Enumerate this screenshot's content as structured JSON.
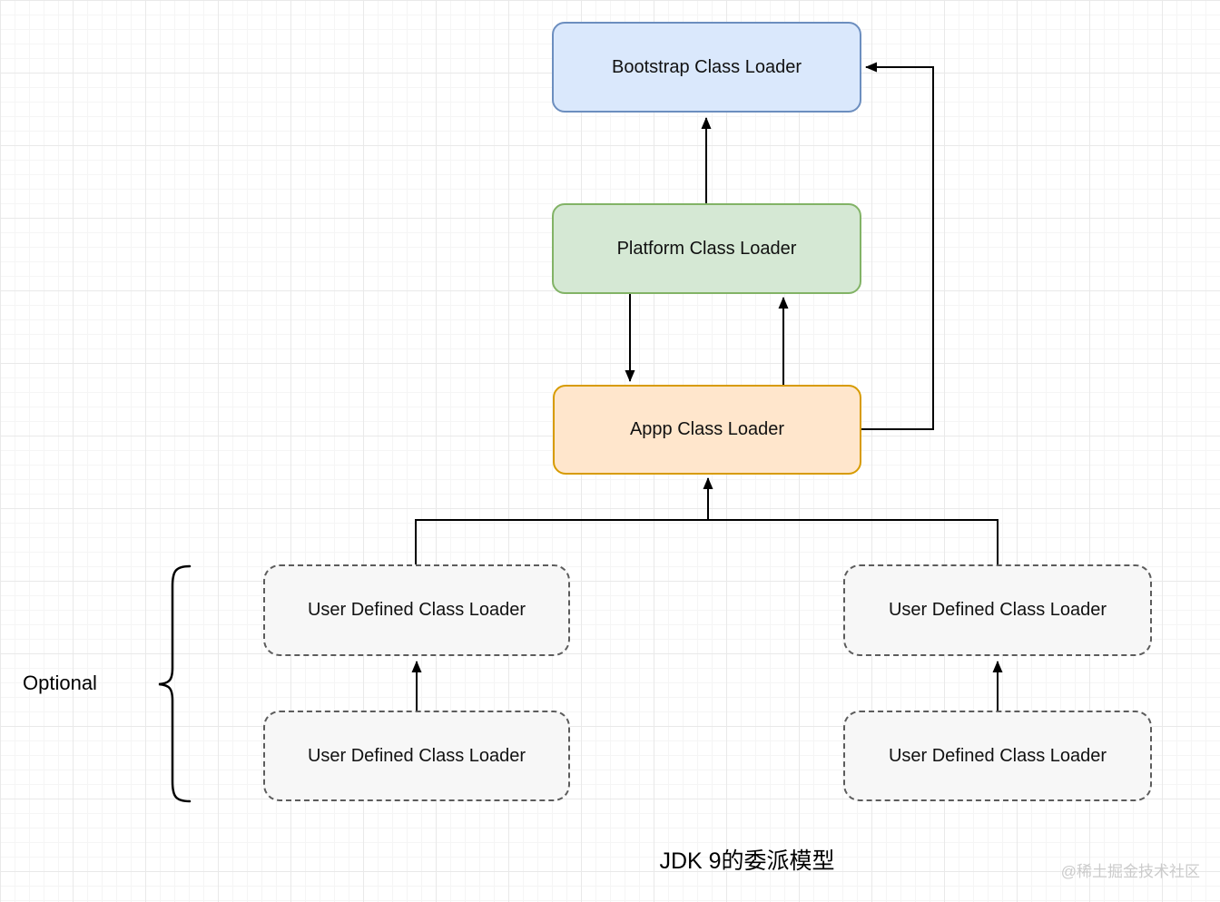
{
  "canvas": {
    "title": "JDK 9的委派模型",
    "watermark": "@稀土掘金技术社区",
    "optional_label": "Optional"
  },
  "nodes": {
    "bootstrap": {
      "label": "Bootstrap Class Loader",
      "fill": "#dae8fc",
      "stroke": "#6c8ebf"
    },
    "platform": {
      "label": "Platform Class Loader",
      "fill": "#d5e8d4",
      "stroke": "#82b366"
    },
    "app": {
      "label": "Appp Class Loader",
      "fill": "#ffe6cc",
      "stroke": "#d79b00"
    },
    "udl_left_top": {
      "label": "User Defined Class Loader",
      "fill": "#f7f7f7",
      "stroke": "#5c5c5c"
    },
    "udl_left_bot": {
      "label": "User Defined Class Loader",
      "fill": "#f7f7f7",
      "stroke": "#5c5c5c"
    },
    "udl_right_top": {
      "label": "User Defined Class Loader",
      "fill": "#f7f7f7",
      "stroke": "#5c5c5c"
    },
    "udl_right_bot": {
      "label": "User Defined Class Loader",
      "fill": "#f7f7f7",
      "stroke": "#5c5c5c"
    }
  },
  "connectors": {
    "arrow_color": "#000000",
    "edges": [
      "platform-to-bootstrap",
      "platform-to-app",
      "app-to-platform",
      "app-to-bootstrap-elbow",
      "userdefined-branch-to-app",
      "udl-left-bottom-to-top",
      "udl-right-bottom-to-top"
    ]
  }
}
